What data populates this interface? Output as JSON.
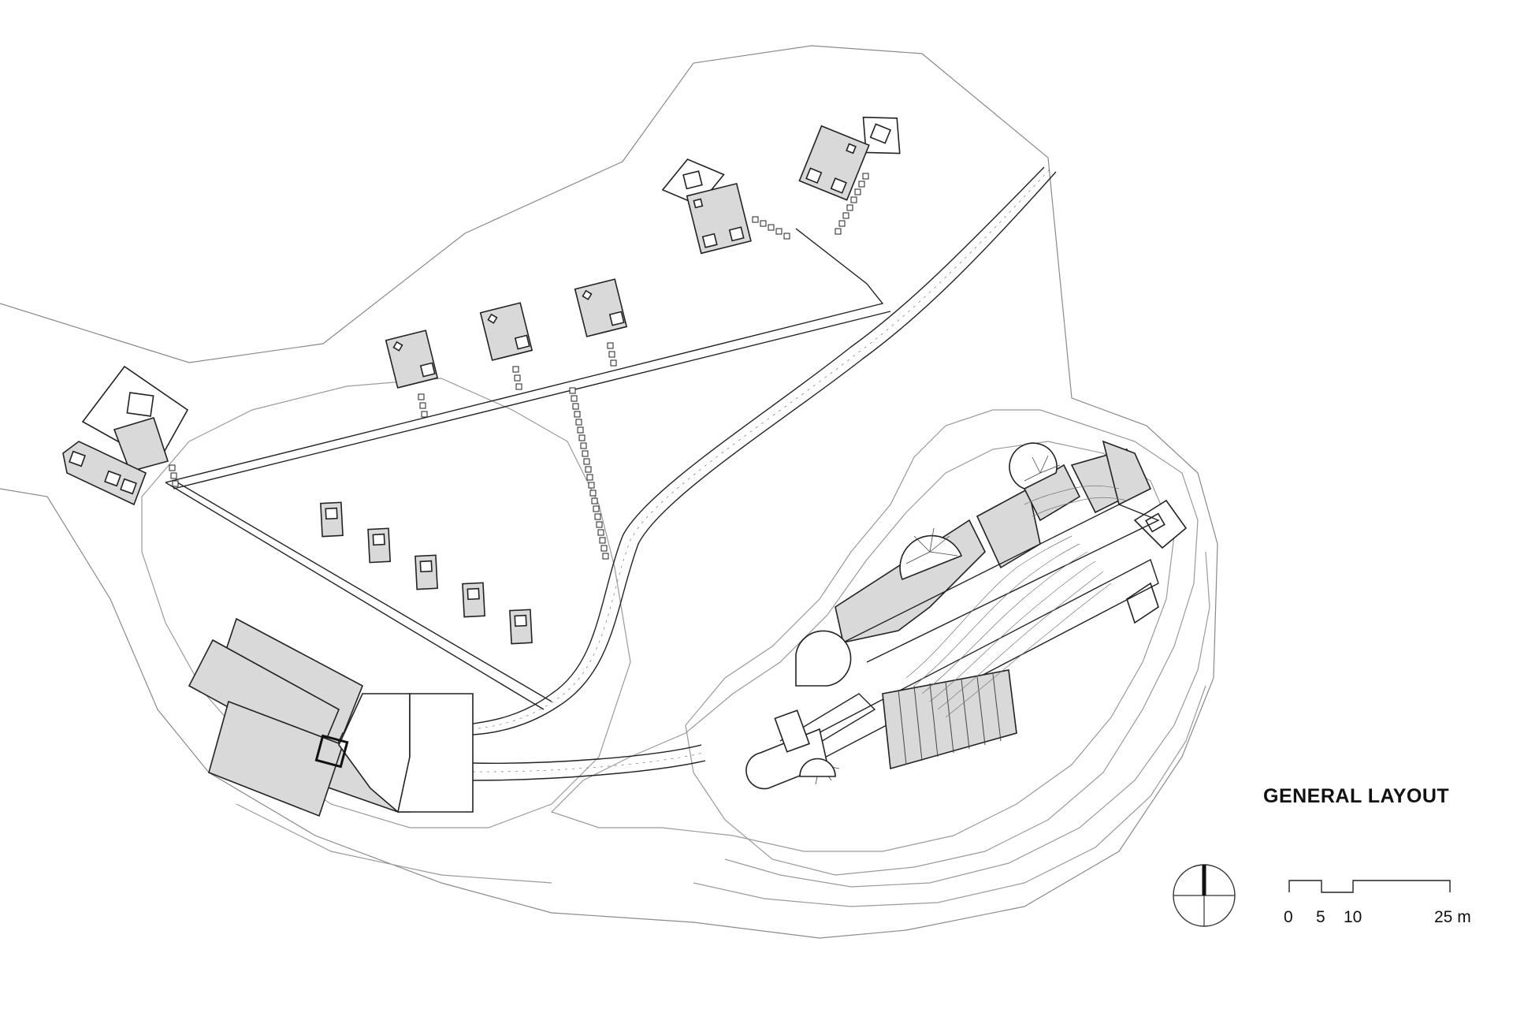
{
  "title": "GENERAL LAYOUT",
  "scale_bar": {
    "labels": [
      "0",
      "5",
      "10",
      "25 m"
    ]
  },
  "icons": {
    "north_arrow": "north-arrow-icon"
  },
  "colors": {
    "building_fill": "#d9d9d9",
    "line": "#222222",
    "contour": "#9a9a9a"
  }
}
